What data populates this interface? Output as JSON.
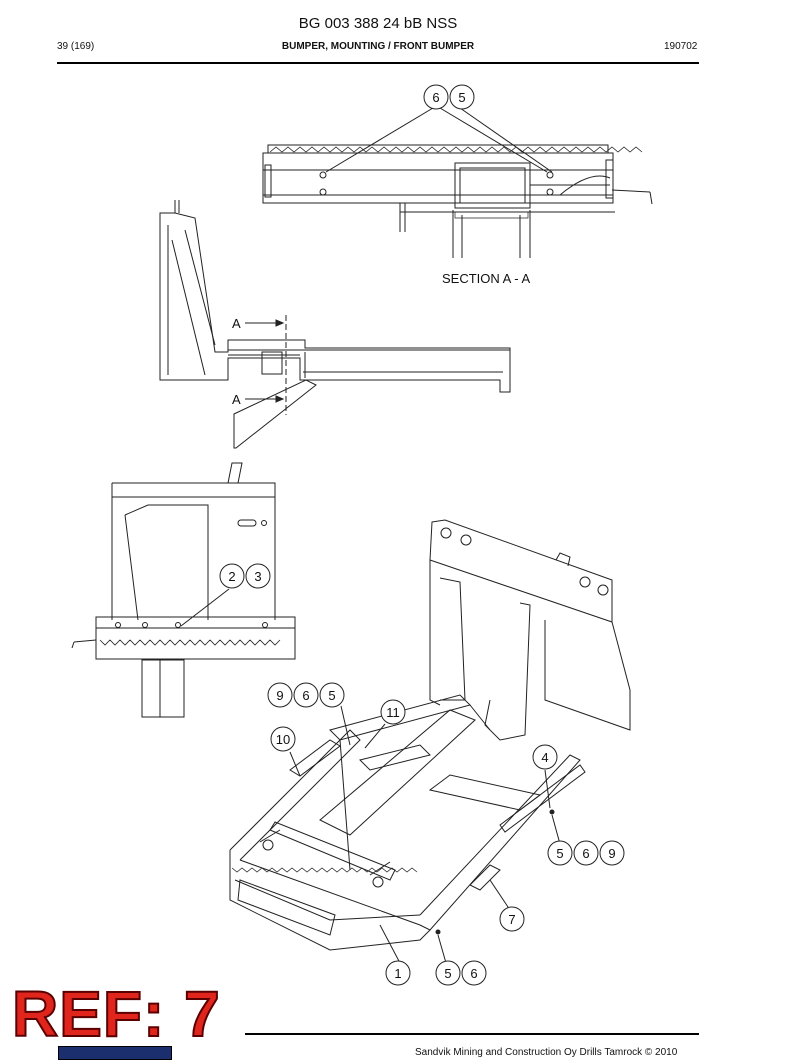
{
  "header": {
    "doc_title": "BG 003 388 24 bB NSS",
    "page": "39 (169)",
    "section_title": "BUMPER, MOUNTING / FRONT BUMPER",
    "date": "190702"
  },
  "drawing": {
    "section_label": "SECTION A - A",
    "cut_labels": [
      "A",
      "A"
    ],
    "callouts": [
      {
        "id": "c1",
        "text": "6"
      },
      {
        "id": "c2",
        "text": "5"
      },
      {
        "id": "c3",
        "text": "2"
      },
      {
        "id": "c4",
        "text": "3"
      },
      {
        "id": "c5",
        "text": "9"
      },
      {
        "id": "c6",
        "text": "6"
      },
      {
        "id": "c7",
        "text": "5"
      },
      {
        "id": "c8",
        "text": "11"
      },
      {
        "id": "c9",
        "text": "10"
      },
      {
        "id": "c10",
        "text": "4"
      },
      {
        "id": "c11",
        "text": "5"
      },
      {
        "id": "c12",
        "text": "6"
      },
      {
        "id": "c13",
        "text": "9"
      },
      {
        "id": "c14",
        "text": "7"
      },
      {
        "id": "c15",
        "text": "1"
      },
      {
        "id": "c16",
        "text": "5"
      },
      {
        "id": "c17",
        "text": "6"
      }
    ]
  },
  "ref_label": "REF: 7",
  "footer": {
    "text": "Sandvik Mining and Construction Oy Drills Tamrock © 2010"
  }
}
